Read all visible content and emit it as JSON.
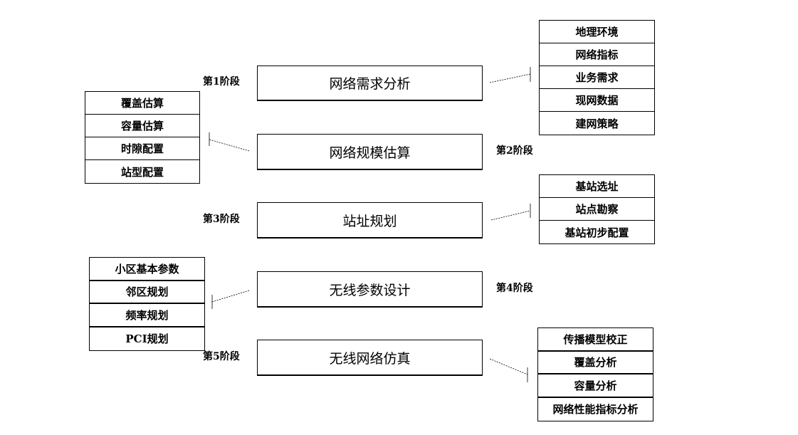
{
  "stages": [
    {
      "label": "第1阶段",
      "box": "网络需求分析"
    },
    {
      "label": "第2阶段",
      "box": "网络规模估算"
    },
    {
      "label": "第3阶段",
      "box": "站址规划"
    },
    {
      "label": "第4阶段",
      "box": "无线参数设计"
    },
    {
      "label": "第5阶段",
      "box": "无线网络仿真"
    }
  ],
  "lists": {
    "demand_analysis": [
      "地理环境",
      "网络指标",
      "业务需求",
      "现网数据",
      "建网策略"
    ],
    "scale_estimation": [
      "覆盖估算",
      "容量估算",
      "时隙配置",
      "站型配置"
    ],
    "site_planning": [
      "基站选址",
      "站点勘察",
      "基站初步配置"
    ],
    "parameter_design": [
      "小区基本参数",
      "邻区规划",
      "频率规划",
      "PCI规划"
    ],
    "network_simulation": [
      "传播模型校正",
      "覆盖分析",
      "容量分析",
      "网络性能指标分析"
    ]
  }
}
